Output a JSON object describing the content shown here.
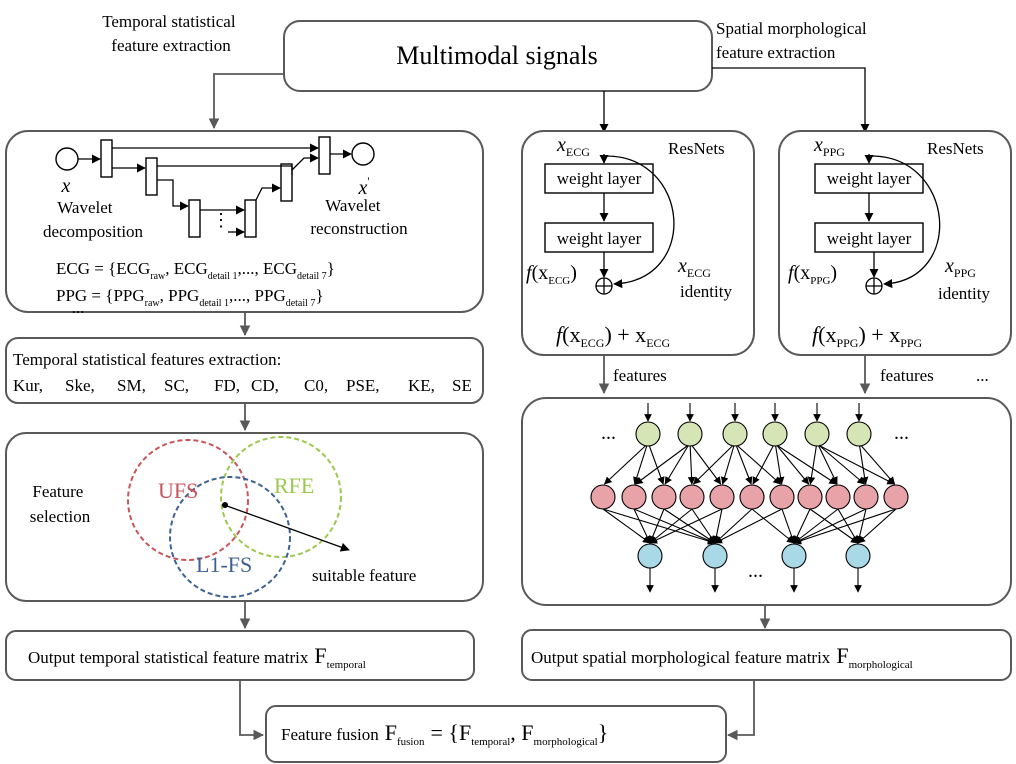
{
  "top": {
    "title": "Multimodal signals",
    "left_caption": [
      "Temporal statistical",
      "feature extraction"
    ],
    "right_caption": [
      "Spatial morphological",
      "feature extraction"
    ]
  },
  "wavelet": {
    "x_label": "x",
    "x_prime_label": "x",
    "decomposition": [
      "Wavelet",
      "decomposition"
    ],
    "reconstruction": [
      "Wavelet",
      "reconstruction"
    ],
    "vdots": "⋮",
    "ecg": {
      "lhs": "ECG = {",
      "t1": "ECG",
      "s1": "raw",
      "t2": ", ECG",
      "s2": "detail 1",
      "mid": ",..., ECG",
      "s3": "detail 7",
      "end": "}"
    },
    "ppg": {
      "lhs": "PPG = {",
      "t1": "PPG",
      "s1": "raw",
      "t2": ", PPG",
      "s2": "detail 1",
      "mid": ",..., PPG",
      "s3": "detail 7",
      "end": "}"
    },
    "more": "..."
  },
  "temporal_features": {
    "title": "Temporal statistical features extraction:",
    "items": [
      "Kur,",
      "Ske,",
      "SM,",
      "SC,",
      "FD,",
      "CD,",
      "C0,",
      "PSE,",
      "KE,",
      "SE"
    ]
  },
  "feature_selection": {
    "label": [
      "Feature",
      "selection"
    ],
    "ufs": "UFS",
    "rfe": "RFE",
    "l1": "L1-FS",
    "suitable": "suitable feature",
    "colors": {
      "ufs": "#c8555a",
      "rfe": "#9bc84e",
      "l1": "#3e6194"
    }
  },
  "resnet_ecg": {
    "x_main": "x",
    "x_sub": "ECG",
    "resnets": "ResNets",
    "layer1": "weight layer",
    "layer2": "weight layer",
    "f_main": "f",
    "f_open": "(x",
    "f_sub": "ECG",
    "f_close": ")",
    "id_main": "x",
    "id_sub": "ECG",
    "identity": "identity",
    "out_f": "f",
    "out_open": "(x",
    "out_sub": "ECG",
    "out_mid": ") + x",
    "out_sub2": "ECG"
  },
  "resnet_ppg": {
    "x_main": "x",
    "x_sub": "PPG",
    "resnets": "ResNets",
    "layer1": "weight layer",
    "layer2": "weight layer",
    "f_main": "f",
    "f_open": "(x",
    "f_sub": "PPG",
    "f_close": ")",
    "id_main": "x",
    "id_sub": "PPG",
    "identity": "identity",
    "out_f": "f",
    "out_open": "(x",
    "out_sub": "PPG",
    "out_mid": ") + x",
    "out_sub2": "PPG"
  },
  "features_label_1": "features",
  "features_label_2": "features",
  "features_more": "...",
  "network": {
    "ellipsis_left": "...",
    "ellipsis_right": "...",
    "ellipsis_bottom": "...",
    "colors": {
      "input": "#d5e5b5",
      "hidden": "#e8a3a8",
      "output": "#a9d8e6"
    }
  },
  "outputs": {
    "temporal": {
      "text": "Output temporal statistical feature matrix",
      "F": "F",
      "sub": "temporal"
    },
    "morph": {
      "text": "Output spatial morphological feature matrix",
      "F": "F",
      "sub": "morphological"
    }
  },
  "fusion": {
    "text": "Feature fusion",
    "F": "F",
    "sub": "fusion",
    "eq": "= {F",
    "sub1": "temporal",
    "comma": ", F",
    "sub2": "morphological",
    "close": "}"
  }
}
